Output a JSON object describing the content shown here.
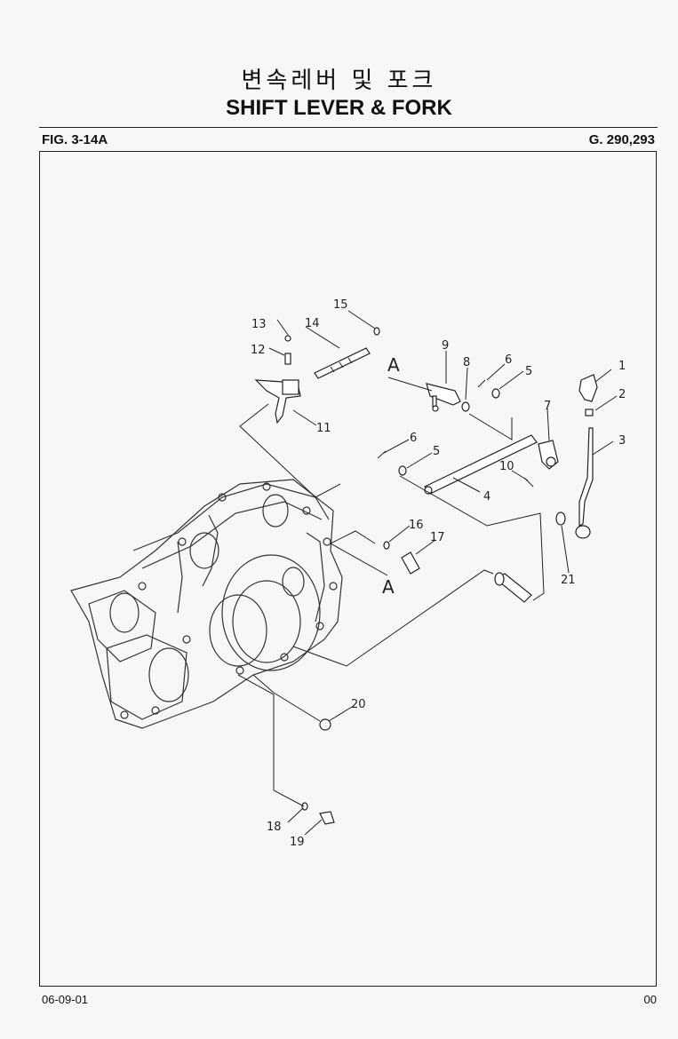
{
  "header": {
    "title_korean": "변속레버 및 포크",
    "title_english": "SHIFT LEVER & FORK",
    "figure_number": "FIG. 3-14A",
    "model_reference": "G. 290,293"
  },
  "callouts": {
    "c1": "1",
    "c2": "2",
    "c3": "3",
    "c4": "4",
    "c5a": "5",
    "c5b": "5",
    "c6a": "6",
    "c6b": "6",
    "c7": "7",
    "c8": "8",
    "c9": "9",
    "c10": "10",
    "c11": "11",
    "c12": "12",
    "c13": "13",
    "c14": "14",
    "c15": "15",
    "c16": "16",
    "c17": "17",
    "c18": "18",
    "c19": "19",
    "c20": "20",
    "c21": "21",
    "refA1": "A",
    "refA2": "A"
  },
  "footer": {
    "date": "06-09-01",
    "page": "00"
  }
}
